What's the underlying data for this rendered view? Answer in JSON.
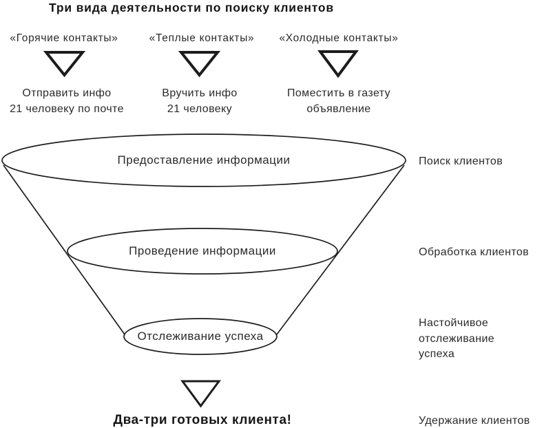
{
  "title": "Три вида деятельности по поиску клиентов",
  "colors": {
    "ink": "#1c1c1c",
    "background": "#ffffff"
  },
  "contact_columns": [
    {
      "header": "«Горячие контакты»",
      "action": "Отправить инфо\n21 человеку по почте"
    },
    {
      "header": "«Теплые контакты»",
      "action": "Вручить инфо\n21 человеку"
    },
    {
      "header": "«Холодные контакты»",
      "action": "Поместить в газету\nобъявление"
    }
  ],
  "funnel": {
    "stages": [
      {
        "label": "Предоставление информации",
        "side_label": "Поиск клиентов"
      },
      {
        "label": "Проведение информации",
        "side_label": "Обработка клиентов"
      },
      {
        "label": "Отслеживание успеха",
        "side_label": "Настойчивое\nотслеживание\nуспеха"
      }
    ]
  },
  "result": {
    "label": "Два-три готовых клиента!",
    "side_label": "Удержание клиентов"
  },
  "icons": {
    "down_arrow": "outlined downward triangle"
  }
}
